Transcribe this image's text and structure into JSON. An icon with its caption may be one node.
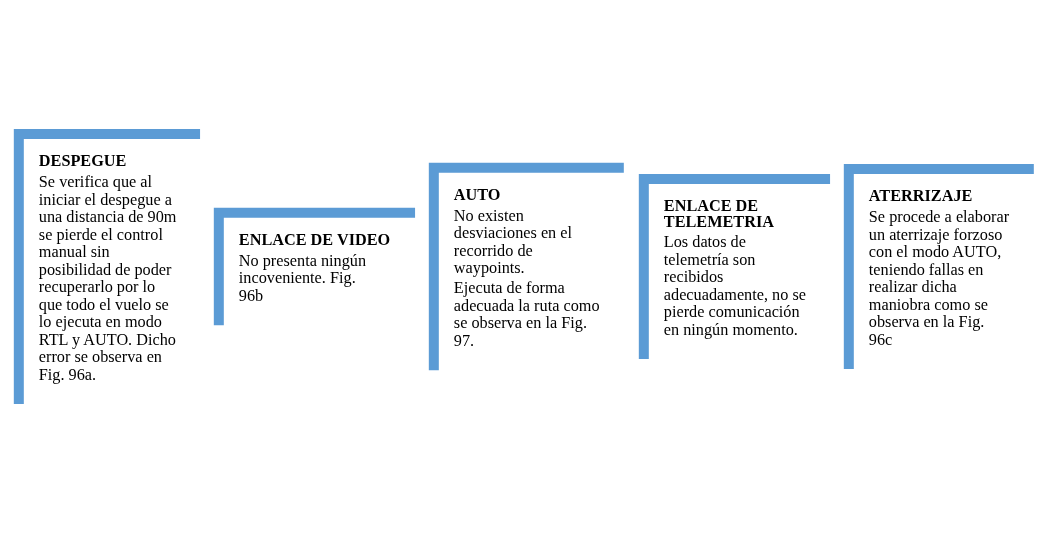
{
  "diagram": {
    "nodes": [
      {
        "text": [
          "DESPEGUE",
          "Se verifica que al iniciar el despegue a una distancia de 90m se pierde el control manual sin posibilidad de poder recuperarlo por lo que todo el vuelo se lo ejecuta en modo RTL y AUTO. Dicho error se observa en Fig. 96a."
        ]
      },
      {
        "text": [
          "ENLACE DE VIDEO",
          "No presenta ningún incoveniente. Fig. 96b"
        ]
      },
      {
        "text": [
          "AUTO",
          "No existen desviaciones en el recorrido de waypoints.",
          "Ejecuta de forma adecuada la ruta como se observa en la Fig. 97."
        ]
      },
      {
        "text": [
          "ENLACE DE TELEMETRIA",
          "Los datos de telemetría son recibidos adecuadamente, no se pierde comunicación en ningún momento."
        ]
      },
      {
        "text": [
          "ATERRIZAJE",
          "Se procede a elaborar un aterrizaje forzoso con el modo AUTO, teniendo fallas en realizar dicha maniobra como se observa en la Fig. 96c"
        ]
      }
    ]
  }
}
